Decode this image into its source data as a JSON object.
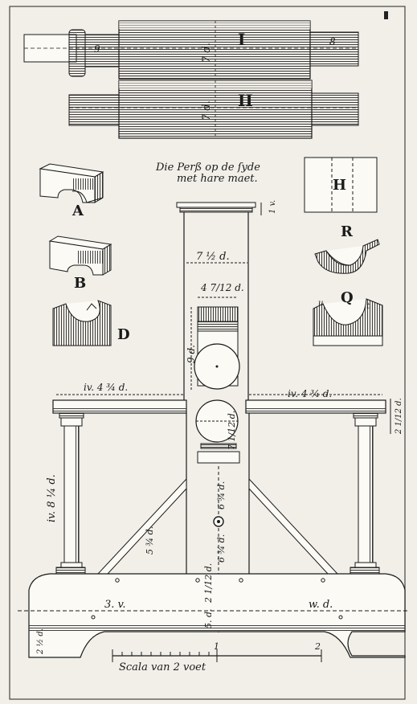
{
  "caption": {
    "line1": "Die Perß op de ſyde",
    "line2": "met hare maet."
  },
  "rollers": [
    {
      "numeral": "I",
      "dim_body": "7 d.",
      "dim_left": "9",
      "dim_right": "8"
    },
    {
      "numeral": "II",
      "dim_body": "7 d."
    }
  ],
  "parts": {
    "a": "A",
    "b": "B",
    "d": "D",
    "h": "H",
    "r": "R",
    "q": "Q",
    "q_mark_left": "u",
    "q_mark_right": "t"
  },
  "dimensions": {
    "cap_height": "1 v.",
    "column_width": "7 ½ d.",
    "block_width": "4 7/12 d.",
    "upper_height": "9 d.",
    "left_arm": "iv. 4 ¾ d.",
    "right_arm": "iv. 4 ¾ d.",
    "arm_thickness": "2 1/12 d.",
    "pillar_height": "iv. 8 ¼ d.",
    "roller_dim": "7 1/12 d.",
    "brace": "5 ¾ d.",
    "upper_shaft": "6 ¾ d.",
    "lower_shaft": "6 ¾ d.",
    "base_inner": "2 1/12 d.",
    "base_outer": "5. d.",
    "base_left": "3. v.",
    "base_right": "w. d.",
    "foot": "2 ½ d."
  },
  "scale": {
    "label": "Scala van 2 voet",
    "tick_1": "1",
    "tick_2": "2"
  }
}
